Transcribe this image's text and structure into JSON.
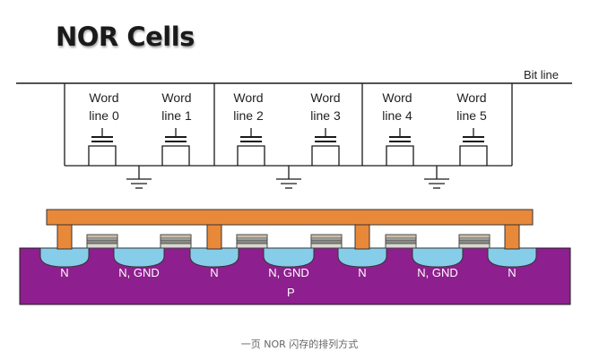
{
  "title": "NOR Cells",
  "bit_line_label": "Bit line",
  "word_lines": [
    [
      "Word",
      "line 0"
    ],
    [
      "Word",
      "line 1"
    ],
    [
      "Word",
      "line 2"
    ],
    [
      "Word",
      "line 3"
    ],
    [
      "Word",
      "line 4"
    ],
    [
      "Word",
      "line 5"
    ]
  ],
  "regions": {
    "n": "N",
    "n_gnd": "N, GND",
    "p": "P"
  },
  "caption": "一页 NOR 闪存的排列方式",
  "colors": {
    "substrate": "#8e1f8e",
    "n_region": "#86cdea",
    "metal": "#e8893a",
    "gate_stack": "#c8bda8",
    "line": "#1a1a1a"
  }
}
